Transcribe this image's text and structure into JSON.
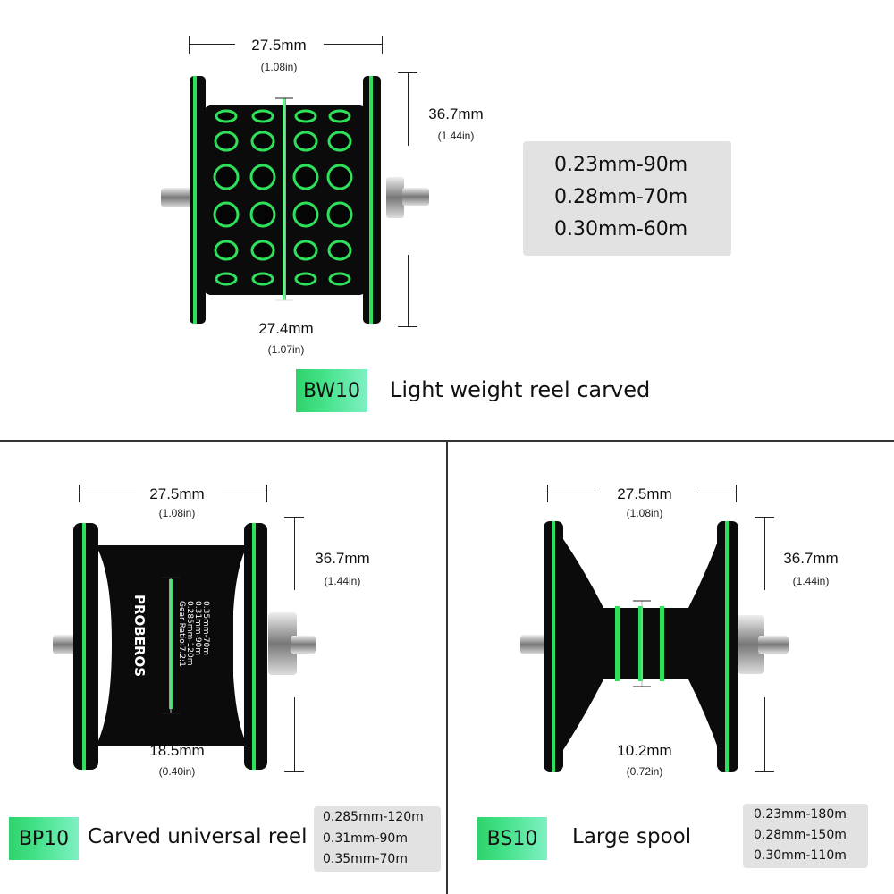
{
  "panels": {
    "top": {
      "width_mm": "27.5mm",
      "width_in": "(1.08in)",
      "height_mm": "36.7mm",
      "height_in": "(1.44in)",
      "core_mm": "27.4mm",
      "core_in": "(1.07in)",
      "code": "BW10",
      "description": "Light weight reel carved",
      "capacity": [
        "0.23mm-90m",
        "0.28mm-70m",
        "0.30mm-60m"
      ]
    },
    "bottom_left": {
      "width_mm": "27.5mm",
      "width_in": "(1.08in)",
      "height_mm": "36.7mm",
      "height_in": "(1.44in)",
      "core_mm": "18.5mm",
      "core_in": "(0.40in)",
      "code": "BP10",
      "description": "Carved universal reel",
      "capacity": [
        "0.285mm-120m",
        "0.31mm-90m",
        "0.35mm-70m"
      ],
      "spool_brand": "PROBEROS",
      "spool_text": [
        "Gear Ratio:7.2:1",
        "0.285mm-120m",
        "0.31mm-90m",
        "0.35mm-70m"
      ]
    },
    "bottom_right": {
      "width_mm": "27.5mm",
      "width_in": "(1.08in)",
      "height_mm": "36.7mm",
      "height_in": "(1.44in)",
      "core_mm": "10.2mm",
      "core_in": "(0.72in)",
      "code": "BS10",
      "description": "Large spool",
      "capacity": [
        "0.23mm-180m",
        "0.28mm-150m",
        "0.30mm-110m"
      ]
    }
  },
  "colors": {
    "accent_green": "#2ee05a",
    "spool_black": "#0b0b0b",
    "spec_box": "#e2e2e2"
  }
}
